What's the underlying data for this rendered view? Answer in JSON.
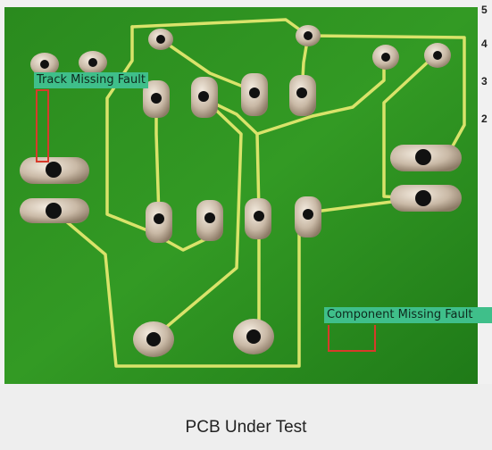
{
  "side_numbers": [
    "5",
    "4",
    "3",
    "2"
  ],
  "labels": {
    "track_fault": "Track Missing Fault",
    "component_fault": "Component Missing Fault"
  },
  "caption": "PCB Under Test",
  "colors": {
    "board_green": "#2f8f22",
    "track_yellow": "#d9e36a",
    "fault_red": "#d83a2a",
    "label_bg": "#3fbf8a"
  }
}
